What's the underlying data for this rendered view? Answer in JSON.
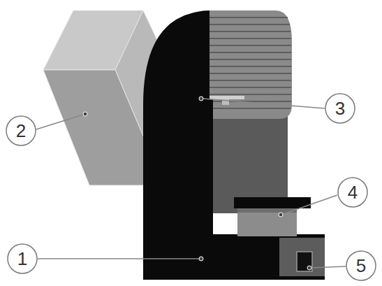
{
  "diagram": {
    "nodes": [
      {
        "text": [
          "3"
        ]
      },
      {
        "text": [
          "2"
        ]
      },
      {
        "text": [
          "4"
        ]
      },
      {
        "text": [
          "1"
        ]
      },
      {
        "text": [
          "5"
        ]
      }
    ]
  }
}
